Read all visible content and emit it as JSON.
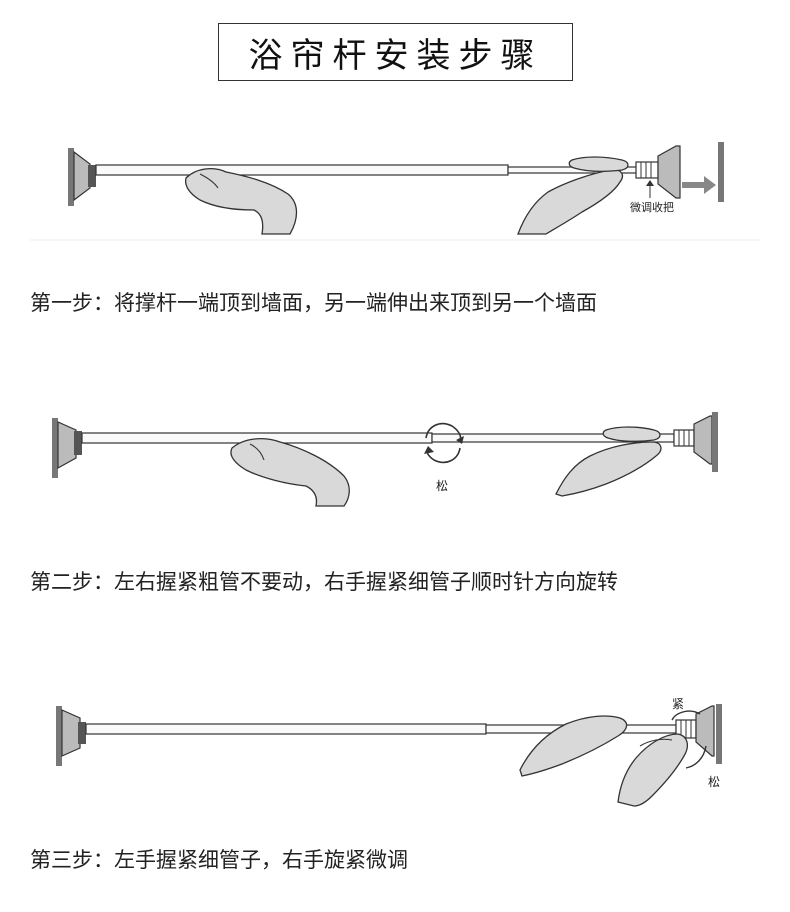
{
  "title": "浴帘杆安装步骤",
  "steps": [
    {
      "caption": "第一步：将撑杆一端顶到墙面，另一端伸出来顶到另一个墙面",
      "annotation": "微调收把"
    },
    {
      "caption": "第二步：左右握紧粗管不要动，右手握紧细管子顺时针方向旋转",
      "annotation": "松"
    },
    {
      "caption": "第三步：左手握紧细管子，右手旋紧微调",
      "annotation_top": "紧",
      "annotation_bottom": "松"
    }
  ],
  "colors": {
    "wall": "#777777",
    "hand": "#d9d9d9",
    "outline": "#333333",
    "arrow": "#888888"
  },
  "icons": [
    "suction-cup-icon",
    "hand-icon",
    "rotate-arrow-icon",
    "push-arrow-icon"
  ]
}
